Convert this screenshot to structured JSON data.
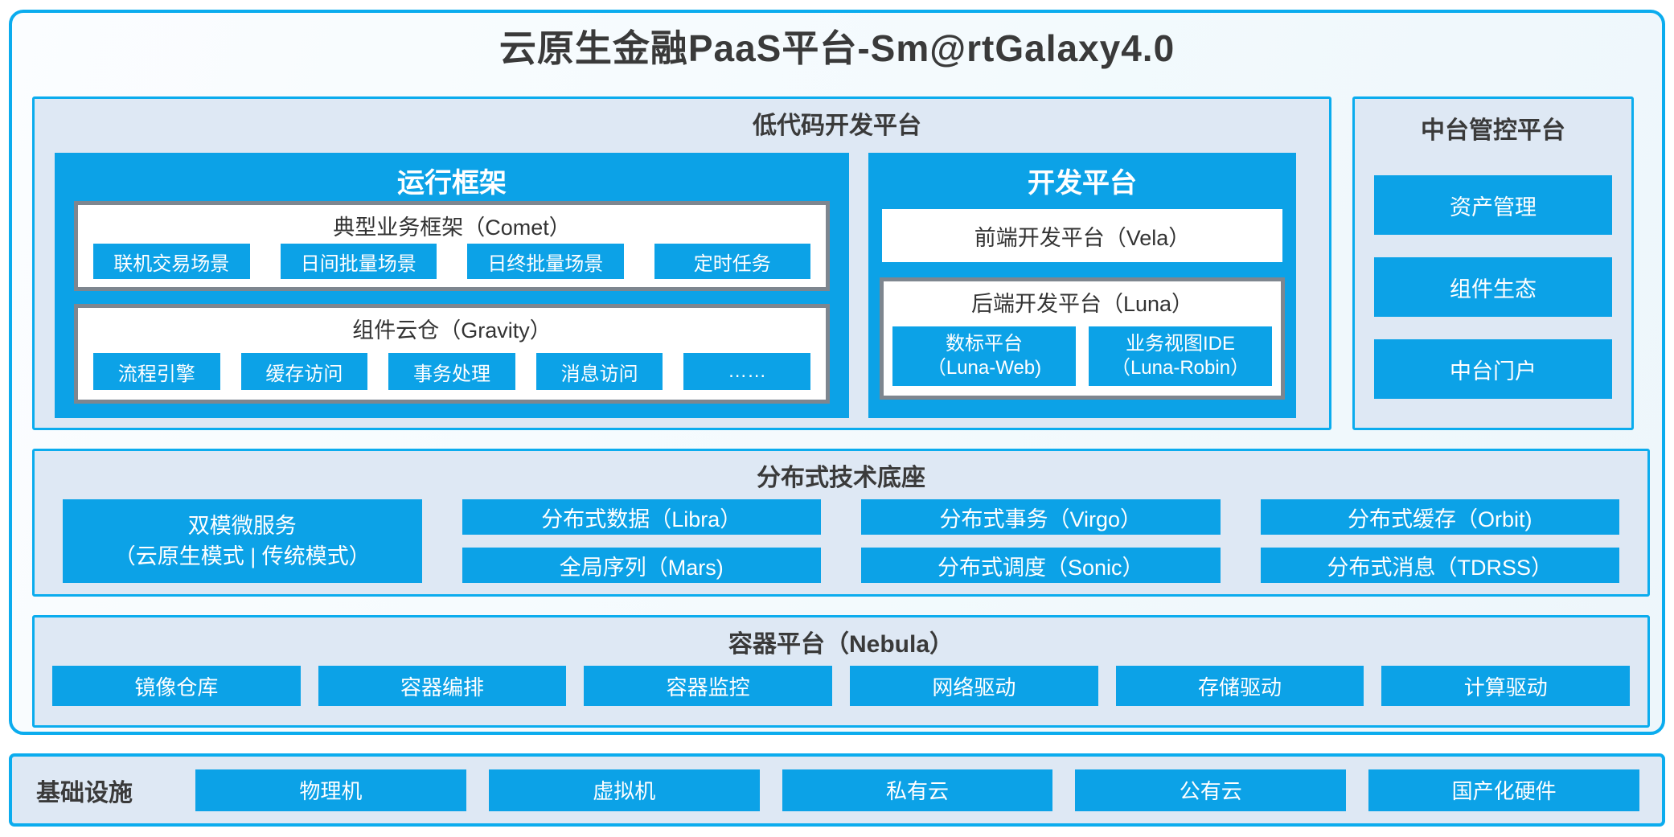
{
  "title": "云原生金融PaaS平台-Sm@rtGalaxy4.0",
  "colors": {
    "accent_blue": "#0CA2E7",
    "border_cyan": "#0BACEE",
    "panel_bg": "#DEE8F4",
    "box_border_gray": "#7E868F",
    "text_dark": "#3A3A3A",
    "text_white": "#FFFFFF"
  },
  "lowcode": {
    "header": "低代码开发平台",
    "runtime": {
      "header": "运行框架",
      "comet": {
        "title": "典型业务框架（Comet）",
        "items": [
          "联机交易场景",
          "日间批量场景",
          "日终批量场景",
          "定时任务"
        ]
      },
      "gravity": {
        "title": "组件云仓（Gravity）",
        "items": [
          "流程引擎",
          "缓存访问",
          "事务处理",
          "消息访问",
          "……"
        ]
      }
    },
    "dev": {
      "header": "开发平台",
      "vela": "前端开发平台（Vela）",
      "luna": {
        "title": "后端开发平台（Luna）",
        "items": [
          {
            "line1": "数标平台",
            "line2": "（Luna-Web)"
          },
          {
            "line1": "业务视图IDE",
            "line2": "（Luna-Robin）"
          }
        ]
      }
    }
  },
  "midplatform": {
    "header": "中台管控平台",
    "items": [
      "资产管理",
      "组件生态",
      "中台门户"
    ]
  },
  "distributed": {
    "header": "分布式技术底座",
    "dual_mode": {
      "line1": "双模微服务",
      "line2": "（云原生模式 | 传统模式）"
    },
    "columns": [
      [
        "分布式数据（Libra）",
        "全局序列（Mars)"
      ],
      [
        "分布式事务（Virgo）",
        "分布式调度（Sonic）"
      ],
      [
        "分布式缓存（Orbit)",
        "分布式消息（TDRSS）"
      ]
    ]
  },
  "container_platform": {
    "header": "容器平台（Nebula）",
    "items": [
      "镜像仓库",
      "容器编排",
      "容器监控",
      "网络驱动",
      "存储驱动",
      "计算驱动"
    ]
  },
  "infrastructure": {
    "header": "基础设施",
    "items": [
      "物理机",
      "虚拟机",
      "私有云",
      "公有云",
      "国产化硬件"
    ]
  }
}
